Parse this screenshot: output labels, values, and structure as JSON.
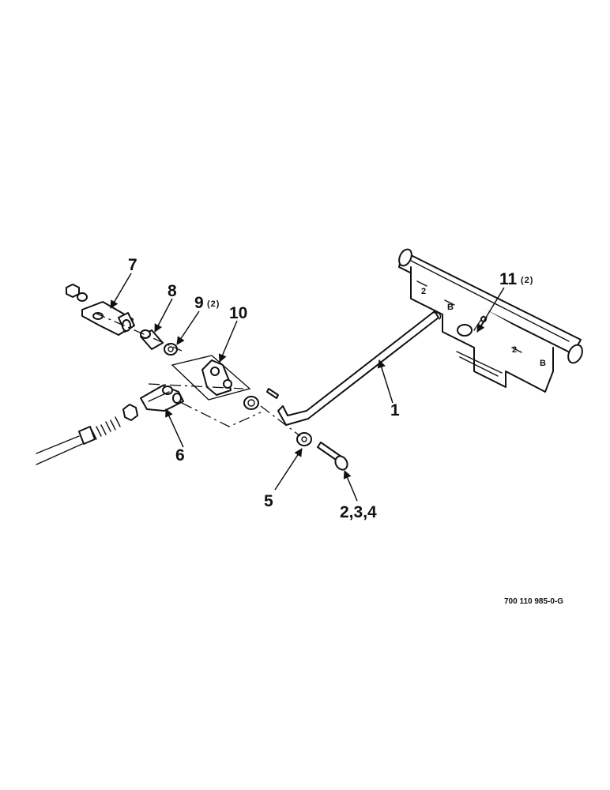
{
  "drawing_number": "700 110 985-0-G",
  "callouts": {
    "c1": {
      "label": "1"
    },
    "c234": {
      "label": "2,3,4"
    },
    "c5": {
      "label": "5"
    },
    "c6": {
      "label": "6"
    },
    "c7": {
      "label": "7"
    },
    "c8": {
      "label": "8"
    },
    "c9": {
      "label": "9",
      "qty": "(2)"
    },
    "c10": {
      "label": "10"
    },
    "c11": {
      "label": "11",
      "qty": "(2)"
    }
  },
  "colors": {
    "ink": "#111111",
    "paper": "#ffffff"
  }
}
